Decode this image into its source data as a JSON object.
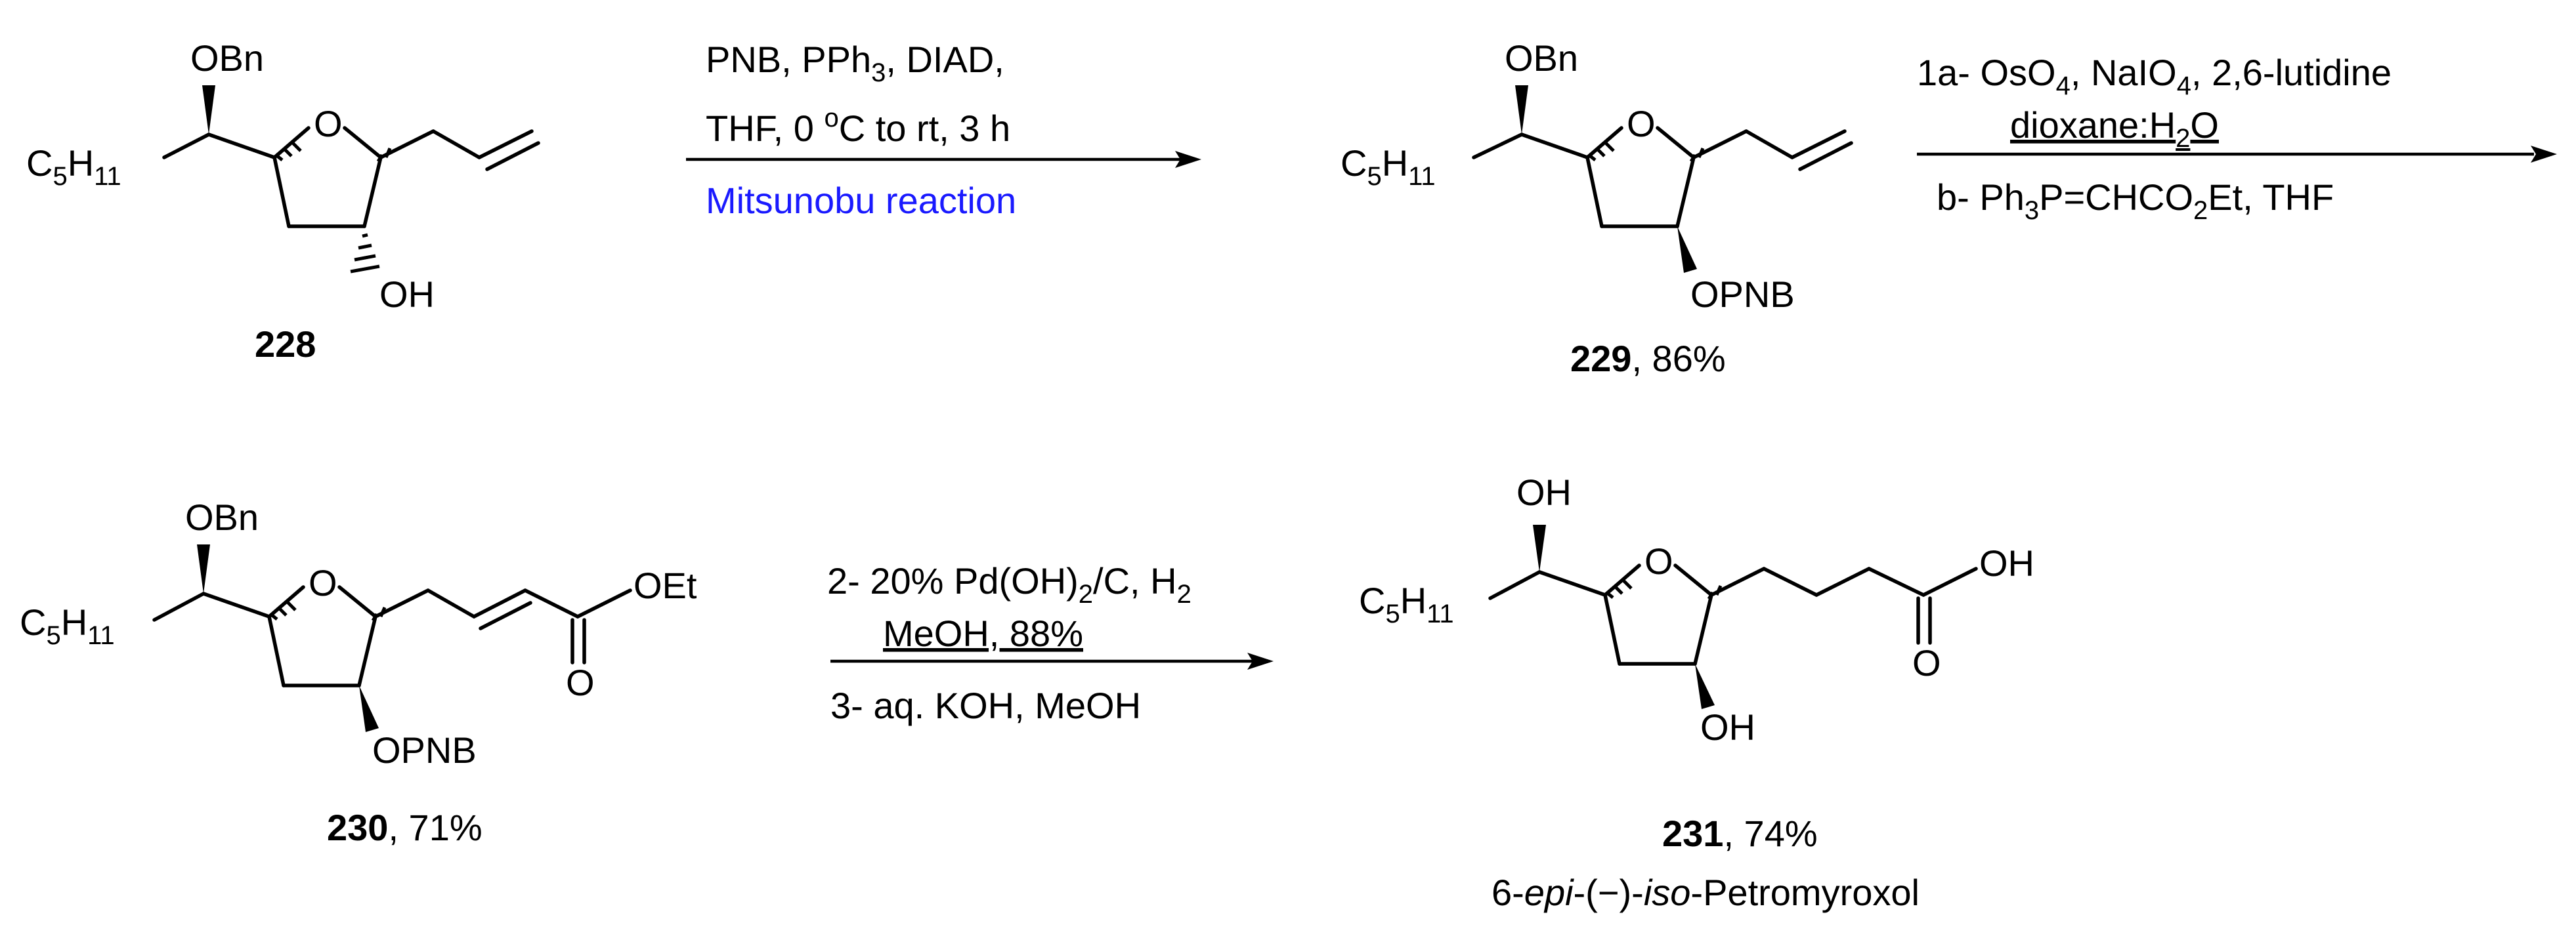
{
  "scheme": {
    "compounds": {
      "c228": {
        "number": "228",
        "yield": "",
        "labels": {
          "obn": "OBn",
          "c5": "C",
          "c5_sub1": "5",
          "c5_h": "H",
          "c5_sub2": "11",
          "o_ring": "O",
          "oh": "OH"
        }
      },
      "c229": {
        "number": "229",
        "yield": ", 86%",
        "labels": {
          "obn": "OBn",
          "c5": "C",
          "c5_sub1": "5",
          "c5_h": "H",
          "c5_sub2": "11",
          "o_ring": "O",
          "opnb": "OPNB"
        }
      },
      "c230": {
        "number": "230",
        "yield": ", 71%",
        "labels": {
          "obn": "OBn",
          "c5": "C",
          "c5_sub1": "5",
          "c5_h": "H",
          "c5_sub2": "11",
          "o_ring": "O",
          "opnb": "OPNB",
          "oet": "OEt",
          "carbonyl_o": "O"
        }
      },
      "c231": {
        "number": "231",
        "yield": ", 74%",
        "name_prefix": "6-",
        "name_epi": "epi",
        "name_mid": "-(−)-",
        "name_iso": "iso",
        "name_suffix": "-Petromyroxol",
        "labels": {
          "oh_top": "OH",
          "c5": "C",
          "c5_sub1": "5",
          "c5_h": "H",
          "c5_sub2": "11",
          "o_ring": "O",
          "oh_bottom": "OH",
          "cooh_oh": "OH",
          "carbonyl_o": "O"
        }
      }
    },
    "step1": {
      "line1_a": "PNB, PPh",
      "line1_sub": "3",
      "line1_b": ", DIAD,",
      "line2_a": "THF, 0 ",
      "line2_sup": "o",
      "line2_b": "C to rt, 3 h",
      "line3": "Mitsunobu reaction",
      "line3_color": "#1a1aff"
    },
    "step2": {
      "line1": "1a- OsO",
      "line1_sub": "4",
      "line1_b": ", NaIO",
      "line1_sub2": "4",
      "line1_c": ", 2,6-lutidine",
      "line2_a": "dioxane:H",
      "line2_sub": "2",
      "line2_b": "O",
      "line3_a": "b- Ph",
      "line3_sub": "3",
      "line3_b": "P=CHCO",
      "line3_sub2": "2",
      "line3_c": "Et, THF"
    },
    "step3": {
      "line1_a": "2- 20% Pd(OH)",
      "line1_sub": "2",
      "line1_b": "/C, H",
      "line1_sub2": "2",
      "line2": "MeOH, 88%",
      "line3": "3- aq. KOH, MeOH"
    }
  }
}
